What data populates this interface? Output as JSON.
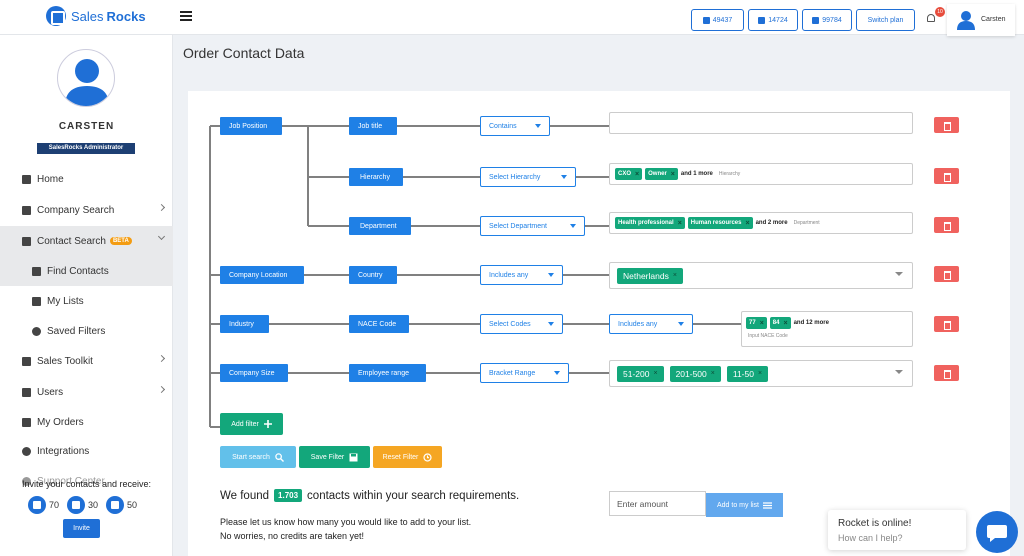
{
  "brand": {
    "name_part1": "Sales",
    "name_part2": "Rocks"
  },
  "topbar": {
    "counters": [
      {
        "icon": "building-icon",
        "value": "49437"
      },
      {
        "icon": "contact-card-icon",
        "value": "14724"
      },
      {
        "icon": "briefcase-icon",
        "value": "99784"
      }
    ],
    "switch_plan": "Switch plan",
    "notifications": "10",
    "user": "Carsten"
  },
  "sidebar": {
    "user_name": "CARSTEN",
    "role": "SalesRocks Administrator",
    "items": [
      {
        "label": "Home",
        "icon": "home-icon"
      },
      {
        "label": "Company Search",
        "icon": "company-icon"
      },
      {
        "label": "Contact Search",
        "icon": "contact-icon",
        "badge": "BETA"
      },
      {
        "label": "Find Contacts",
        "icon": "file-icon"
      },
      {
        "label": "My Lists",
        "icon": "list-icon"
      },
      {
        "label": "Saved Filters",
        "icon": "search-icon"
      },
      {
        "label": "Sales Toolkit",
        "icon": "toolkit-icon"
      },
      {
        "label": "Users",
        "icon": "users-icon"
      },
      {
        "label": "My Orders",
        "icon": "cart-icon"
      },
      {
        "label": "Integrations",
        "icon": "gear-icon"
      },
      {
        "label": "Support Center",
        "icon": "support-icon"
      }
    ],
    "invite": {
      "text": "Invite your contacts and receive:",
      "rewards": [
        {
          "icon": "building-icon",
          "value": "70"
        },
        {
          "icon": "contact-card-icon",
          "value": "30"
        },
        {
          "icon": "briefcase-icon",
          "value": "50"
        }
      ],
      "button": "Invite"
    }
  },
  "page": {
    "title": "Order Contact Data"
  },
  "filters": {
    "categories": [
      "Job Position",
      "Company Location",
      "Industry",
      "Company Size"
    ],
    "fields": [
      "Job title",
      "Hierarchy",
      "Department",
      "Country",
      "NACE Code",
      "Employee range"
    ],
    "operators": [
      "Contains",
      "Select Hierarchy",
      "Select Department",
      "Includes any",
      "Select Codes",
      "Includes any",
      "Bracket Range"
    ],
    "hierarchy": {
      "tags": [
        "CXO",
        "Owner"
      ],
      "more": "and 1 more",
      "placeholder": "Hierarchy"
    },
    "department": {
      "tags": [
        "Health professional",
        "Human resources"
      ],
      "more": "and 2 more",
      "placeholder": "Department"
    },
    "country": {
      "tags": [
        "Netherlands"
      ]
    },
    "nace": {
      "tags": [
        "77",
        "84"
      ],
      "more": "and 12 more",
      "placeholder": "Input NACE Code"
    },
    "employee": {
      "tags": [
        "51-200",
        "201-500",
        "11-50"
      ]
    },
    "remove_glyph": "×"
  },
  "actions": {
    "add_filter": "Add filter",
    "start_search": "Start search",
    "save_filter": "Save Filter",
    "reset_filter": "Reset Filter"
  },
  "results": {
    "prefix": "We found",
    "count": "1.703",
    "suffix": "contacts within your search requirements.",
    "line1": "Please let us know how many you would like to add to your list.",
    "line2": "No worries, no credits are taken yet!",
    "amount_placeholder": "Enter amount",
    "add_button": "Add to my list"
  },
  "chat": {
    "title": "Rocket is online!",
    "subtitle": "How can I help?"
  },
  "colors": {
    "primary": "#1f80e6",
    "green": "#13a77b",
    "danger": "#f0625e",
    "orange": "#f5a623",
    "light_blue": "#62a8ee",
    "navy": "#1d3f73"
  }
}
